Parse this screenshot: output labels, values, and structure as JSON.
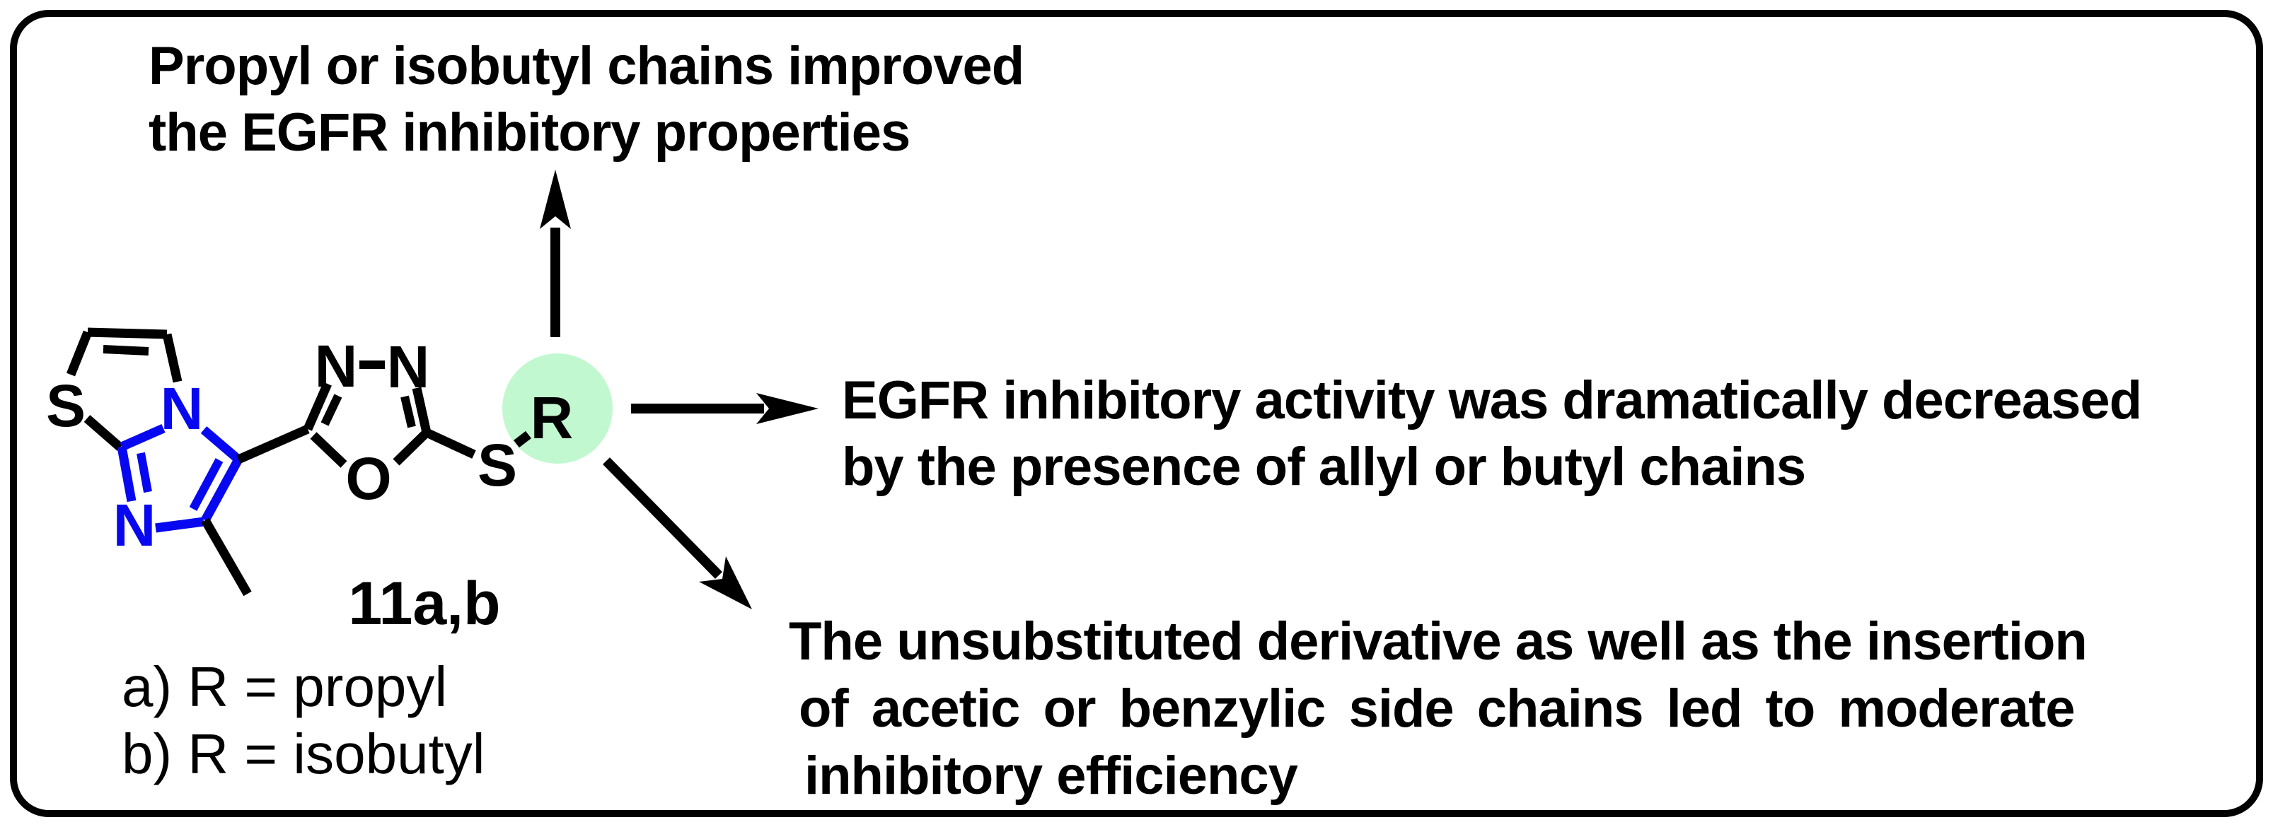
{
  "notes": {
    "top": {
      "line1": "Propyl or isobutyl chains improved",
      "line2": "the EGFR inhibitory properties"
    },
    "right": {
      "line1": "EGFR inhibitory activity was dramatically decreased",
      "line2": "by the presence of allyl or butyl chains"
    },
    "bottom": {
      "line1": "The unsubstituted derivative as well as the insertion",
      "line2": "of acetic or benzylic side chains led to moderate",
      "line3": "inhibitory efficiency"
    }
  },
  "figure": {
    "compound_label": "11a,b",
    "variants": {
      "a": "a) R = propyl",
      "b": "b) R = isobutyl"
    }
  },
  "molecule": {
    "atoms": {
      "thiazole_s": "S",
      "bridgehead_n": "N",
      "imidazole_n": "N",
      "oxadiazole_n_left": "N",
      "oxadiazole_n_right": "N",
      "oxadiazole_o": "O",
      "thioether_s": "S",
      "r_group": "R"
    }
  },
  "theme": {
    "hetero_blue": "#0808f0",
    "highlight_green": "#c2f8d0",
    "ink_black": "#000000",
    "background": "#ffffff"
  }
}
